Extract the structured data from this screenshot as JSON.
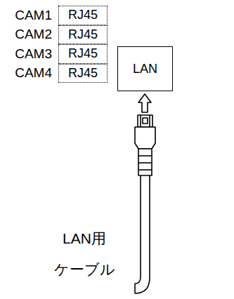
{
  "diagram": {
    "nodes": [
      {
        "text": [
          "CAM1",
          "RJ45"
        ]
      },
      {
        "text": [
          "CAM2",
          "RJ45"
        ]
      },
      {
        "text": [
          "CAM3",
          "RJ45"
        ]
      },
      {
        "text": [
          "CAM4",
          "RJ45"
        ]
      },
      {
        "text": [
          "LAN"
        ]
      }
    ],
    "labels": [
      "LAN用 ケーブル"
    ]
  }
}
